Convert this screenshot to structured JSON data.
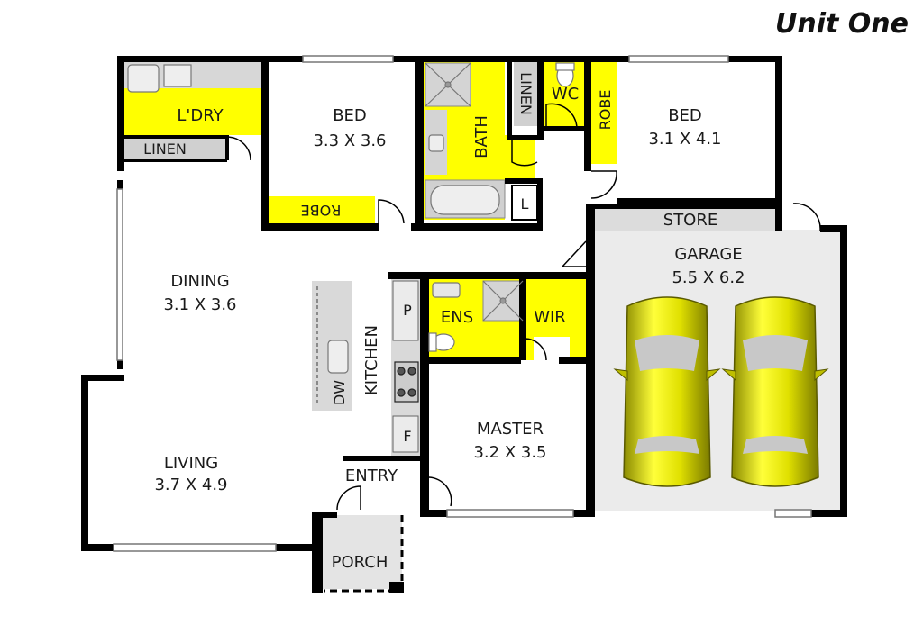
{
  "title": "Unit One",
  "rooms": {
    "laundry": "L'DRY",
    "linen_laundry": "LINEN",
    "bed2_name": "BED",
    "bed2_size": "3.3 X 3.6",
    "robe_bed2": "ROBE",
    "bath": "BATH",
    "linen_bath": "LINEN",
    "l_cupboard": "L",
    "wc": "WC",
    "robe_bed3": "ROBE",
    "bed3_name": "BED",
    "bed3_size": "3.1 X 4.1",
    "store": "STORE",
    "garage_name": "GARAGE",
    "garage_size": "5.5 X 6.2",
    "dining_name": "DINING",
    "dining_size": "3.1 X 3.6",
    "pantry": "P",
    "kitchen": "KITCHEN",
    "dishwasher": "DW",
    "fridge": "F",
    "ensuite": "ENS",
    "wir": "WIR",
    "master_name": "MASTER",
    "master_size": "3.2 X 3.5",
    "living_name": "LIVING",
    "living_size": "3.7 X 4.9",
    "entry": "ENTRY",
    "porch": "PORCH"
  },
  "colors": {
    "wet_area": "#ffff00",
    "wall": "#000000",
    "garage_floor": "#ebebeb",
    "fixture_grey": "#d0d0d0",
    "car_body": "#d4d400"
  },
  "icons": [
    "car-icon",
    "shower-icon",
    "bathtub-icon",
    "toilet-icon",
    "sink-icon",
    "cooktop-icon",
    "door-swing-icon",
    "window-icon"
  ]
}
